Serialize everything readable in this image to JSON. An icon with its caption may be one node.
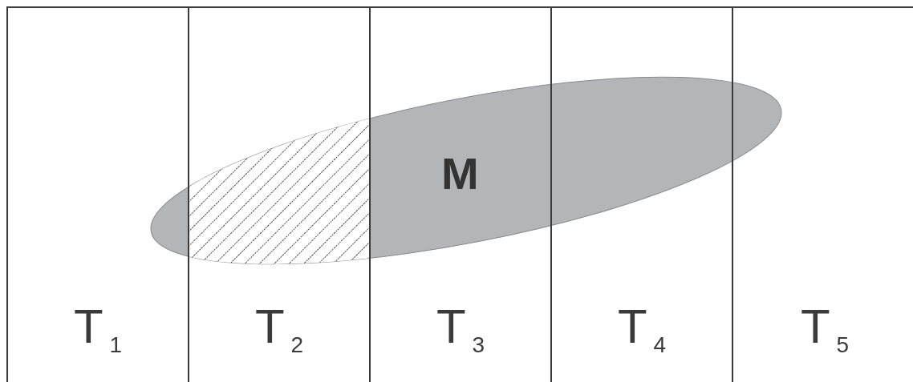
{
  "diagram": {
    "nodes": [
      {
        "text": [
          "T$_{1}$"
        ]
      },
      {
        "text": [
          "T$_{2}$"
        ]
      },
      {
        "text": [
          "T$_{3}$"
        ]
      },
      {
        "text": [
          "T$_{4}$"
        ]
      },
      {
        "text": [
          "T$_{5}$"
        ]
      },
      {
        "text": [
          "M"
        ]
      }
    ]
  }
}
